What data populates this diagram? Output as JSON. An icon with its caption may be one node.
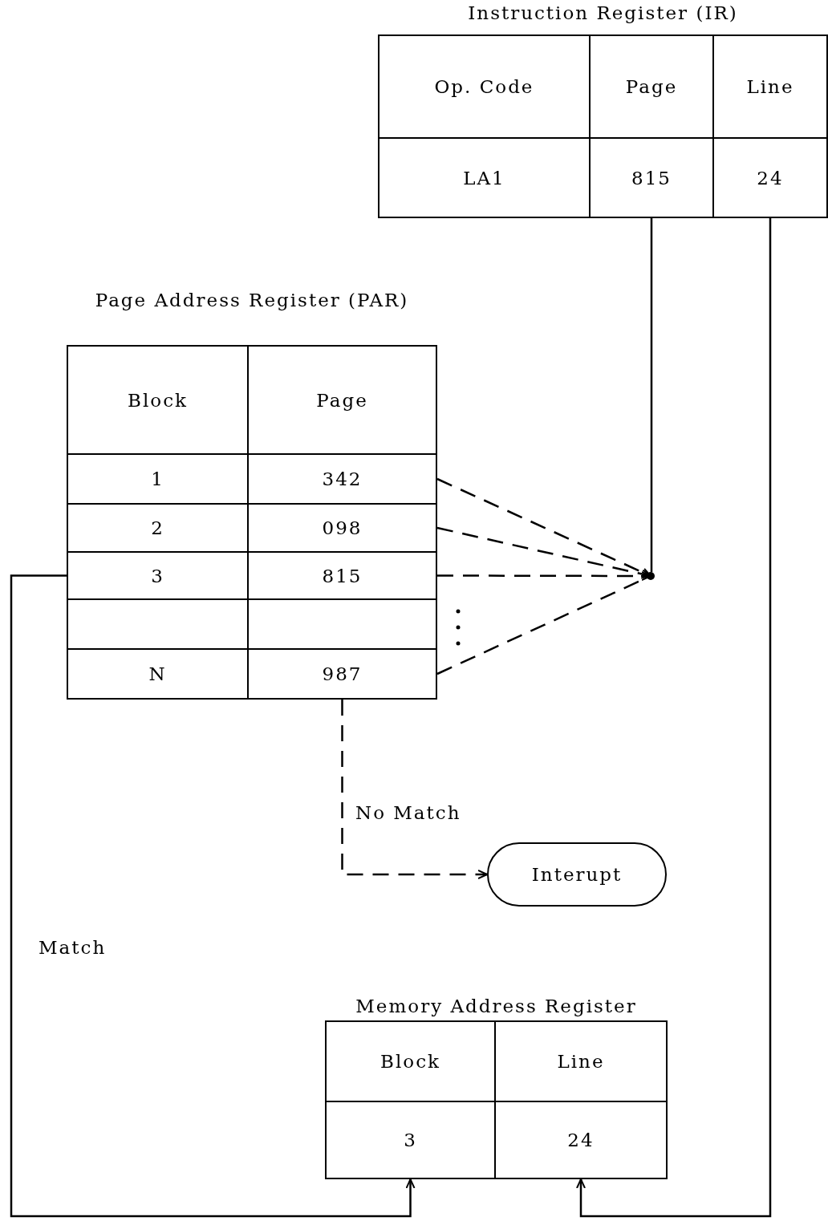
{
  "diagram": {
    "nodes": [
      {
        "text": [
          "Instruction Register (IR)"
        ]
      },
      {
        "text": [
          "Op. Code"
        ],
        "in": 0
      },
      {
        "text": [
          "Page"
        ],
        "in": 0
      },
      {
        "text": [
          "Line"
        ],
        "in": 0
      },
      {
        "text": [
          "LA1"
        ],
        "in": 0
      },
      {
        "text": [
          "815"
        ],
        "in": 0
      },
      {
        "text": [
          "24"
        ],
        "in": 0
      },
      {
        "text": [
          "Page Address Register (PAR)"
        ]
      },
      {
        "text": [
          "Block"
        ],
        "in": 7
      },
      {
        "text": [
          "Page"
        ],
        "in": 7
      },
      {
        "text": [
          "1"
        ],
        "in": 7
      },
      {
        "text": [
          "342"
        ],
        "in": 7
      },
      {
        "text": [
          "2"
        ],
        "in": 7
      },
      {
        "text": [
          "098"
        ],
        "in": 7
      },
      {
        "text": [
          "3"
        ],
        "in": 7
      },
      {
        "text": [
          "815"
        ],
        "in": 7
      },
      {
        "text": [],
        "shape": "box",
        "in": 7
      },
      {
        "text": [],
        "shape": "box",
        "in": 7
      },
      {
        "text": [
          "N"
        ],
        "in": 7
      },
      {
        "text": [
          "987"
        ],
        "in": 7
      },
      {
        "text": [],
        "shape": "dot"
      },
      {
        "text": [
          "Interupt"
        ]
      },
      {
        "text": [
          "Memory Address Register"
        ]
      },
      {
        "text": [
          "Block"
        ],
        "in": 22
      },
      {
        "text": [
          "Line"
        ],
        "in": 22
      },
      {
        "text": [
          "3"
        ],
        "in": 22
      },
      {
        "text": [
          "24"
        ],
        "in": 22
      }
    ],
    "edges": [
      {
        "from": 5,
        "to": 20,
        "arrow": "none"
      },
      {
        "from": 11,
        "to": 20,
        "arrow": "to",
        "style": "dashed"
      },
      {
        "from": 13,
        "to": 20,
        "arrow": "to",
        "style": "dashed"
      },
      {
        "from": 15,
        "to": 20,
        "arrow": "to",
        "style": "dashed"
      },
      {
        "from": 19,
        "to": 20,
        "arrow": "none",
        "style": "dashed"
      },
      {
        "from": 19,
        "to": 21,
        "arrow": "to",
        "style": "dashed",
        "label": "No Match"
      },
      {
        "from": 14,
        "to": 25,
        "arrow": "to",
        "label": "Match"
      },
      {
        "from": 6,
        "to": 26,
        "arrow": "to"
      }
    ]
  }
}
